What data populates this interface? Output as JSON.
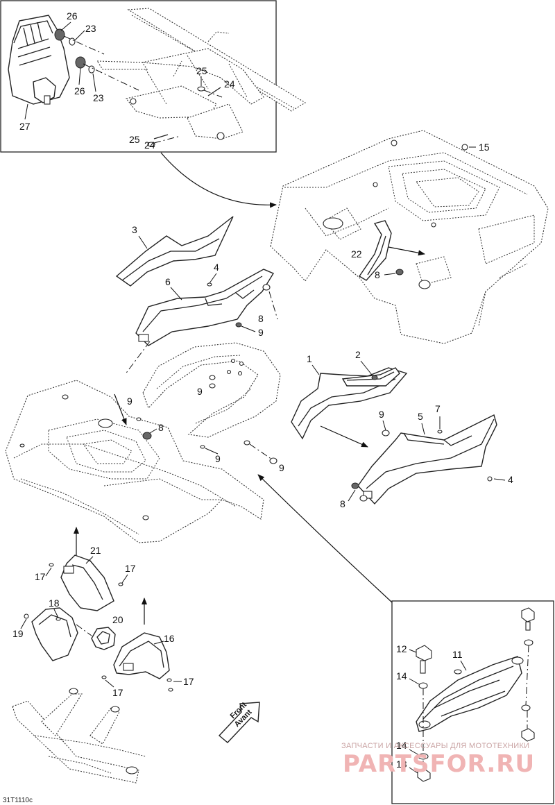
{
  "diagram_code": "31T1110c",
  "front_label": {
    "line1": "Front",
    "line2": "Avant"
  },
  "watermark": {
    "tagline": "ЗАПЧАСТИ И АКСЕССУАРЫ ДЛЯ МОТОТЕХНИКИ",
    "logo": "PARTSFOR.RU"
  },
  "callouts": {
    "c1": "1",
    "c2": "2",
    "c3": "3",
    "c4a": "4",
    "c4b": "4",
    "c5": "5",
    "c6": "6",
    "c7": "7",
    "c8a": "8",
    "c8b": "8",
    "c8c": "8",
    "c8d": "8",
    "c9a": "9",
    "c9b": "9",
    "c9c": "9",
    "c9d": "9",
    "c9e": "9",
    "c9f": "9",
    "c11": "11",
    "c12": "12",
    "c13": "13",
    "c14a": "14",
    "c14b": "14",
    "c15": "15",
    "c16": "16",
    "c17a": "17",
    "c17b": "17",
    "c17c": "17",
    "c17d": "17",
    "c18": "18",
    "c19": "19",
    "c20": "20",
    "c21": "21",
    "c22": "22",
    "c23a": "23",
    "c23b": "23",
    "c24a": "24",
    "c24b": "24",
    "c25a": "25",
    "c25b": "25",
    "c26a": "26",
    "c26b": "26",
    "c27": "27"
  },
  "icons": {
    "front_arrow": "front-arrow-icon",
    "direction_arrow": "direction-arrow-icon"
  }
}
